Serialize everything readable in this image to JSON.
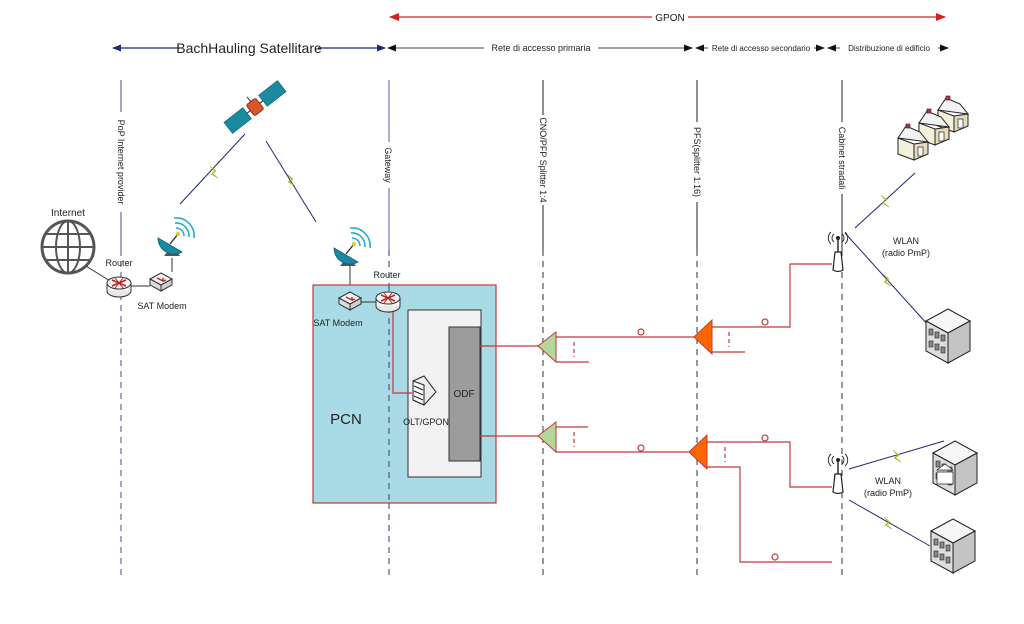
{
  "header": {
    "gpon_label": "GPON",
    "backhaul_label": "BachHauling Satellitare",
    "segments": [
      {
        "label": "Rete di  accesso primaria"
      },
      {
        "label": "Rete di accesso secondario"
      },
      {
        "label": "Distribuzione di edificio"
      }
    ]
  },
  "columns": [
    {
      "label": "PoP Internet provider"
    },
    {
      "label": "Gateway"
    },
    {
      "label": "CNO/PFP Splitter 1:4"
    },
    {
      "label": "PFS(splitter 1:16)"
    },
    {
      "label": "Cabinet stradali"
    }
  ],
  "nodes": {
    "internet": "Internet",
    "router_left": "Router",
    "sat_modem_left": "SAT Modem",
    "router_gw": "Router",
    "sat_modem_gw": "SAT Modem",
    "pcn": "PCN",
    "olt": "OLT/GPON",
    "odf": "ODF",
    "wlan_top_1": "WLAN",
    "wlan_top_2": "(radio PmP)",
    "wlan_bottom_1": "WLAN",
    "wlan_bottom_2": "(radio PmP)"
  },
  "colors": {
    "gpon_arrow": "#cc2222",
    "backhaul_arrow": "#1f2a6b",
    "fiber": "#c0393b",
    "pcn_fill": "#a9dbe6",
    "splitter_primary": "#b5d79a",
    "splitter_secondary": "#ff6600",
    "dish": "#1a8aa0"
  }
}
